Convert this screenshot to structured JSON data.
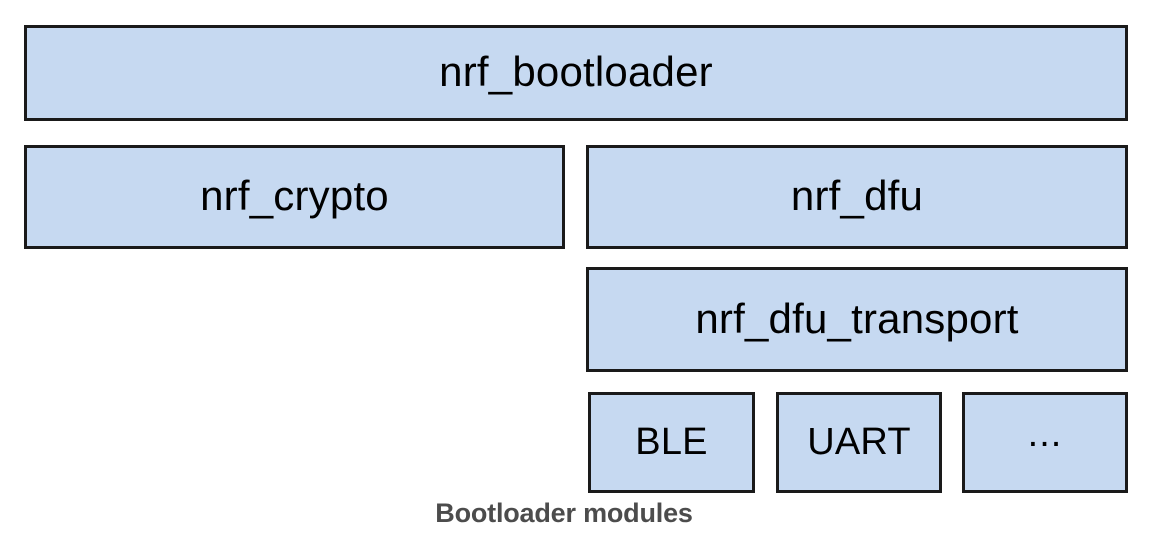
{
  "diagram": {
    "caption": "Bootloader modules",
    "colors": {
      "node_fill": "#c6d9f1",
      "node_border": "#1a1a1a",
      "node_text": "#000000",
      "caption_text": "#4c4c4c",
      "background": "#ffffff"
    },
    "nodes": {
      "nrf_bootloader": {
        "label": "nrf_bootloader"
      },
      "nrf_crypto": {
        "label": "nrf_crypto"
      },
      "nrf_dfu": {
        "label": "nrf_dfu"
      },
      "nrf_dfu_transport": {
        "label": "nrf_dfu_transport"
      },
      "ble": {
        "label": "BLE"
      },
      "uart": {
        "label": "UART"
      },
      "ellipsis": {
        "label": "..."
      }
    }
  }
}
